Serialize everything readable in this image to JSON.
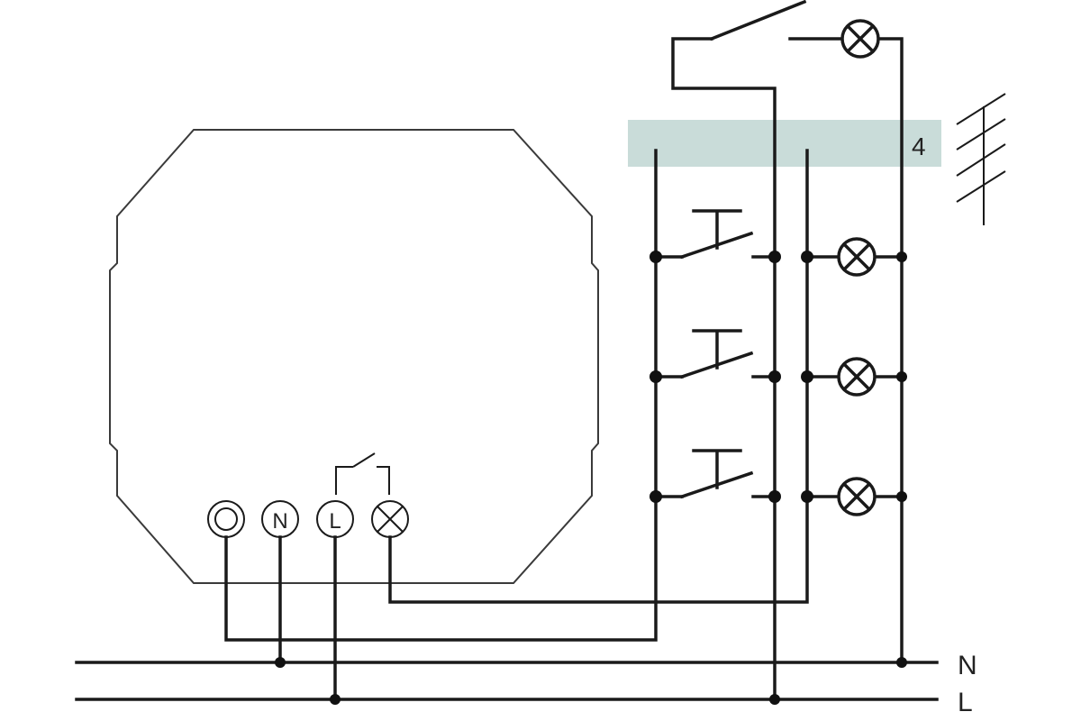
{
  "terminals": {
    "t1": "",
    "t2": "N",
    "t3": "L"
  },
  "rails": {
    "neutral": "N",
    "live": "L"
  },
  "cable_core_count": "4",
  "colors": {
    "line": "#1a1a1a",
    "cable_band": "#c9dcd9",
    "housing": "#3a3a3a"
  },
  "icons": [
    "terminal-circle-icon",
    "terminal-lamp-icon",
    "lamp-icon",
    "pushbutton-icon",
    "switch-icon"
  ]
}
